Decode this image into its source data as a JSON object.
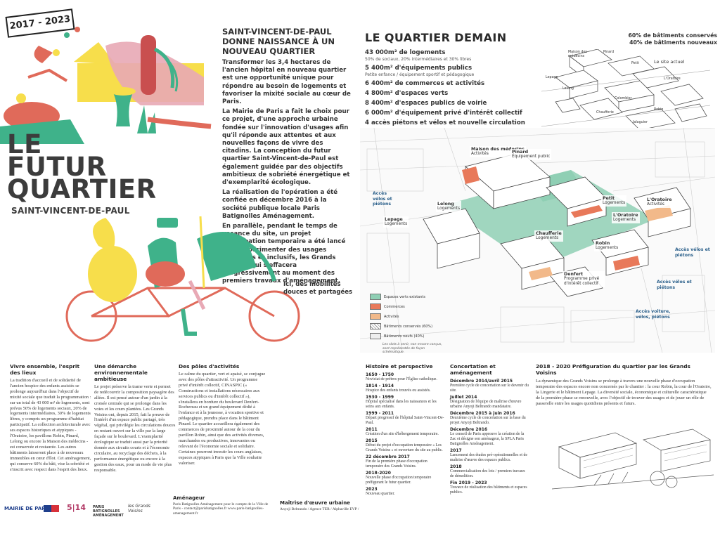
{
  "poster_left": {
    "years": "2017 - 2023",
    "title_lines": [
      "LE",
      "FUTUR",
      "QUARTIER"
    ],
    "subtitle": "SAINT-VINCENT-DE-PAUL",
    "intro_heading": "SAINT-VINCENT-DE-PAUL DONNE NAISSANCE À UN NOUVEAU QUARTIER",
    "intro_paragraphs": [
      "Transformer les 3,4 hectares de l'ancien hôpital en nouveau quartier est une opportunité unique pour répondre au besoin de logements et favoriser la mixité sociale au cœur de Paris.",
      "La Mairie de Paris a fait le choix pour ce projet, d'une approche urbaine fondée sur l'innovation d'usages afin qu'il réponde aux attentes et aux nouvelles façons de vivre des citadins. La conception du futur quartier Saint-Vincent-de-Paul est également guidée par des objectifs ambitieux de sobriété énergétique et d'exemplarité écologique.",
      "La réalisation de l'opération a été confiée en décembre 2016 à la société publique locale Paris Batignolles Aménagement.",
      "En parallèle, pendant le temps de vacance du site, un projet d'occupation temporaire a été lancé pour expérimenter des usages innovants et inclusifs, les Grands Voisins, qui s'effacera progressivement au moment des premiers travaux d'aménagement."
    ],
    "mobility_caption": "Ici, des mobilités douces et partagées"
  },
  "poster_right": {
    "title": "LE QUARTIER DEMAIN",
    "figures": [
      {
        "text": "43 000m² de logements",
        "sub": "50% de sociaux, 20% intermédiaires et 30% libres"
      },
      {
        "text": "5 400m² d'équipements publics",
        "sub": "Petite enfance / équipement sportif et pédagogique"
      },
      {
        "text": "6 400m² de commerces et activités",
        "sub": ""
      },
      {
        "text": "4 800m² d'espaces verts",
        "sub": ""
      },
      {
        "text": "8 400m² d'espaces publics de voirie",
        "sub": ""
      },
      {
        "text": "6 000m² d'équipement privé d'intérêt collectif",
        "sub": ""
      },
      {
        "text": "4 accès piétons et vélos et nouvelle circulation",
        "sub": ""
      }
    ],
    "conserved_line1": "60% de bâtiments conservés",
    "conserved_line2": "40% de bâtiments nouveaux",
    "site_actuel": "Le site actuel",
    "small_map_labels": [
      "Maison des médecins",
      "Pinard",
      "Petit",
      "Lepage",
      "Lelong",
      "L'Oratoire",
      "Colombier",
      "Chaufferie",
      "Robin",
      "Jalaguier",
      "Rapine"
    ],
    "map_labels": [
      {
        "name": "Maison des médecins",
        "use": "Activités"
      },
      {
        "name": "Pinard",
        "use": "Équipement public"
      },
      {
        "name": "Petit",
        "use": "Logements"
      },
      {
        "name": "Lelong",
        "use": "Logements"
      },
      {
        "name": "Lepage",
        "use": "Logements"
      },
      {
        "name": "L'Oratoire",
        "use": "Activités"
      },
      {
        "name": "L'Oratoire",
        "use": "Logements"
      },
      {
        "name": "Chaufferie",
        "use": "Logements"
      },
      {
        "name": "Robin",
        "use": "Logements"
      },
      {
        "name": "Denfert",
        "use": "Programme privé d'intérêt collectif"
      }
    ],
    "access_labels": [
      "Accès vélos et piétons",
      "Accès vélos et piétons",
      "Accès vélos et piétons",
      "Accès voiture, vélos, piétons"
    ],
    "legend": [
      {
        "label": "Espaces verts existants",
        "color": "#8fcfb4"
      },
      {
        "label": "Commerces",
        "color": "#e8795a"
      },
      {
        "label": "Activités",
        "color": "#f2b98a"
      },
      {
        "label": "Bâtiments conservés (60%)",
        "color": "#ffffff"
      },
      {
        "label": "Bâtiments neufs (40%)",
        "color": "#eeeeee"
      }
    ],
    "legend_note": "Les slots à venir, non encore conçus, sont représentés de façon schématique."
  },
  "columns": [
    {
      "heading": "Vivre ensemble, l'esprit des lieux",
      "text": "La tradition d'accueil et de solidarité de l'ancien hospice des enfants assistés se prolonge aujourd'hui dans l'objectif de mixité sociale que traduit la programmation : sur un total de 43 000 m² de logements, sont prévus 50% de logements sociaux, 20% de logements intermédiaires, 30% de logements libres, y compris un programme d'habitat participatif. La collection architecturale avec ses espaces historiques et atypiques - l'Oratoire, les pavillons Robin, Pinard, Lelong ou encore la Maison des médecins - est conservée et restaurée. Les autres bâtiments laisseront place à de nouveaux immeubles en cœur d'îlot. Cet aménagement, qui conserve 60% du bâti, vise la sobriété et s'inscrit avec respect dans l'esprit des lieux."
    },
    {
      "heading": "Une démarche environnementale ambitieuse",
      "text": "Le projet préserve la trame verte et permet de redécouvrir la composition paysagère des allées. Il est pensé autour d'un jardin à la croisée centrale qui se prolonge dans les voies et les cours plantées. Les Grands Voisins ont, depuis 2015, fait la preuve de l'intérêt d'un espace public partagé, très végétal, qui privilégie les circulations douces en restant ouvert sur la ville par la large façade sur le boulevard. L'exemplarité écologique se traduit aussi par la priorité donnée aux circuits courts et à l'économie circulaire, au recyclage des déchets, à la performance énergétique ou encore à la gestion des eaux, pour un mode de vie plus responsable."
    },
    {
      "heading": "Des pôles d'activités",
      "text": "Le calme du quartier, vert et apaisé, se conjugue avec des pôles d'attractivité. Un programme privé d'intérêt collectif, CINASPIC (« Constructions et installations nécessaires aux services publics ou d'intérêt collectif »), s'installera en bordure du boulevard Denfert-Rochereau et un grand équipement dédié à l'enfance et à la jeunesse, à vocation sportive et pédagogique, prendra place dans le bâtiment Pinard. Le quartier accueillera également des commerces de proximité autour de la cour du pavillon Robin, ainsi que des activités diverses, marchandes ou productives, innovantes ou relevant de l'économie sociale et solidaire. Certaines pourront investir les cours anglaises, espaces atypiques à Paris que la Ville souhaite valoriser."
    }
  ],
  "history": {
    "heading": "Histoire et perspective",
    "events": [
      {
        "date": "1650 - 1750",
        "text": "Noviciat de prêtres pour l'Église catholique."
      },
      {
        "date": "1814 - 1914",
        "text": "Hospice des enfants trouvés ou assistés."
      },
      {
        "date": "1930 - 1999",
        "text": "Hôpital spécialisé dans les naissances et les soins aux enfants."
      },
      {
        "date": "1999 - 2011",
        "text": "Départ progressif de l'hôpital Saint-Vincent-De-Paul."
      },
      {
        "date": "2011",
        "text": "Création d'un site d'hébergement temporaire."
      },
      {
        "date": "2015",
        "text": "Début du projet d'occupation temporaire « Les Grands Voisins » et ouverture du site au public."
      },
      {
        "date": "22 décembre 2017",
        "text": "Fin de la première phase d'occupation temporaire des Grands Voisins."
      },
      {
        "date": "2018-2020",
        "text": "Nouvelle phase d'occupation temporaire préfigurant le futur quartier."
      },
      {
        "date": "2023",
        "text": "Nouveau quartier."
      }
    ]
  },
  "concertation": {
    "heading": "Concertation et aménagement",
    "events": [
      {
        "date": "Décembre 2014/avril 2015",
        "text": "Première cycle de concertation sur le devenir du site."
      },
      {
        "date": "Juillet 2014",
        "text": "Désignation de l'équipe de maîtrise d'œuvre urbaine Anyoji Beltrando mandataire."
      },
      {
        "date": "Décembre 2015 à juin 2016",
        "text": "Deuxième cycle de concertation sur la base du projet Anyoji Beltrando."
      },
      {
        "date": "Décembre 2016",
        "text": "Le conseil de Paris approuve la création de la Zac et désigne son aménageur, la SPLA Paris Batignolles Aménagement."
      },
      {
        "date": "2017",
        "text": "Lancement des études pré-opérationnelles et de maîtrise d'œuvre des espaces publics."
      },
      {
        "date": "2018",
        "text": "Commercialisation des lots / premiers travaux de démolition."
      },
      {
        "date": "Fin 2019 - 2023",
        "text": "Travaux de réalisation des bâtiments et espaces publics."
      }
    ]
  },
  "prefiguration": {
    "heading": "2018 - 2020  Préfiguration du quartier par les Grands Voisins",
    "text": "La dynamique des Grands Voisins se prolonge à travers une nouvelle phase d'occupation temporaire des espaces encore non concernés par le chantier : la cour Robin, la cour de l'Oratoire, la Lingerie et le bâtiment Lepage. La diversité sociale, économique et culturelle caractéristique de la première phase se renouvelle, avec l'objectif de trouver des usages et de jouer un rôle de passerelle entre les usages quotidiens présents et futurs."
  },
  "footer": {
    "mairie": "MAIRIE DE PARIS",
    "logo_514": "5|14",
    "pba": "PARIS BATIGNOLLES AMÉNAGEMENT",
    "grands_voisins": "les Grands Voisins",
    "amenageur_heading": "Aménageur",
    "amenageur_text": "Paris Batignolles Aménagement pour le compte de la Ville de Paris - contact@parisbatignolles.fr www.paris-batignolles-amenagement.fr",
    "moe_heading": "Maîtrise d'œuvre urbaine",
    "moe_text": "Anyoji Beltrando / Agence TER / Alphaville EVP /"
  },
  "colors": {
    "yellow": "#f7de4b",
    "coral": "#e06a5a",
    "green": "#3fb28a",
    "pink": "#e8a9b5",
    "text": "#2b2b2b"
  }
}
